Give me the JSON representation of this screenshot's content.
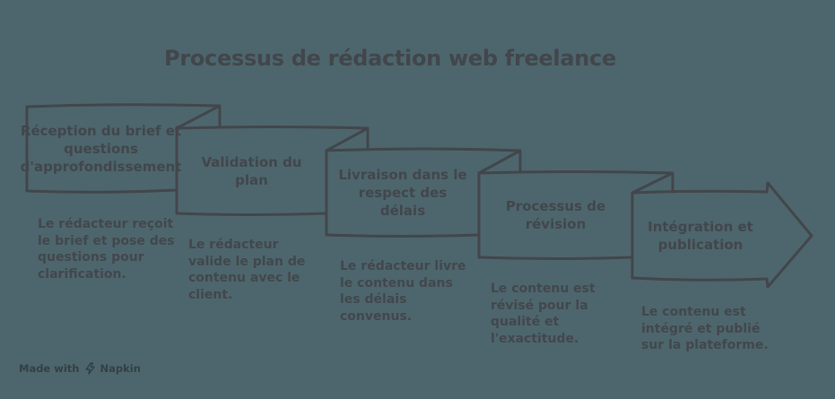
{
  "title": "Processus de rédaction web freelance",
  "colors": {
    "background": "#4D666D",
    "ink": "#42464B"
  },
  "steps": [
    {
      "label": "Réception du brief et\nquestions\nd'approfondissement",
      "description": "Le rédacteur reçoit\nle brief et pose des\nquestions pour\nclarification."
    },
    {
      "label": "Validation du\nplan",
      "description": "Le rédacteur\nvalide le plan de\ncontenu avec le\nclient."
    },
    {
      "label": "Livraison dans le\nrespect des\ndélais",
      "description": "Le rédacteur livre\nle contenu dans\nles délais\nconvenus."
    },
    {
      "label": "Processus de\nrévision",
      "description": "Le contenu est\nrévisé pour la\nqualité et\nl'exactitude."
    },
    {
      "label": "Intégration et\npublication",
      "description": "Le contenu est\nintégré et publié\nsur la plateforme."
    }
  ],
  "watermark": {
    "made_with": "Made with",
    "brand": "Napkin"
  }
}
